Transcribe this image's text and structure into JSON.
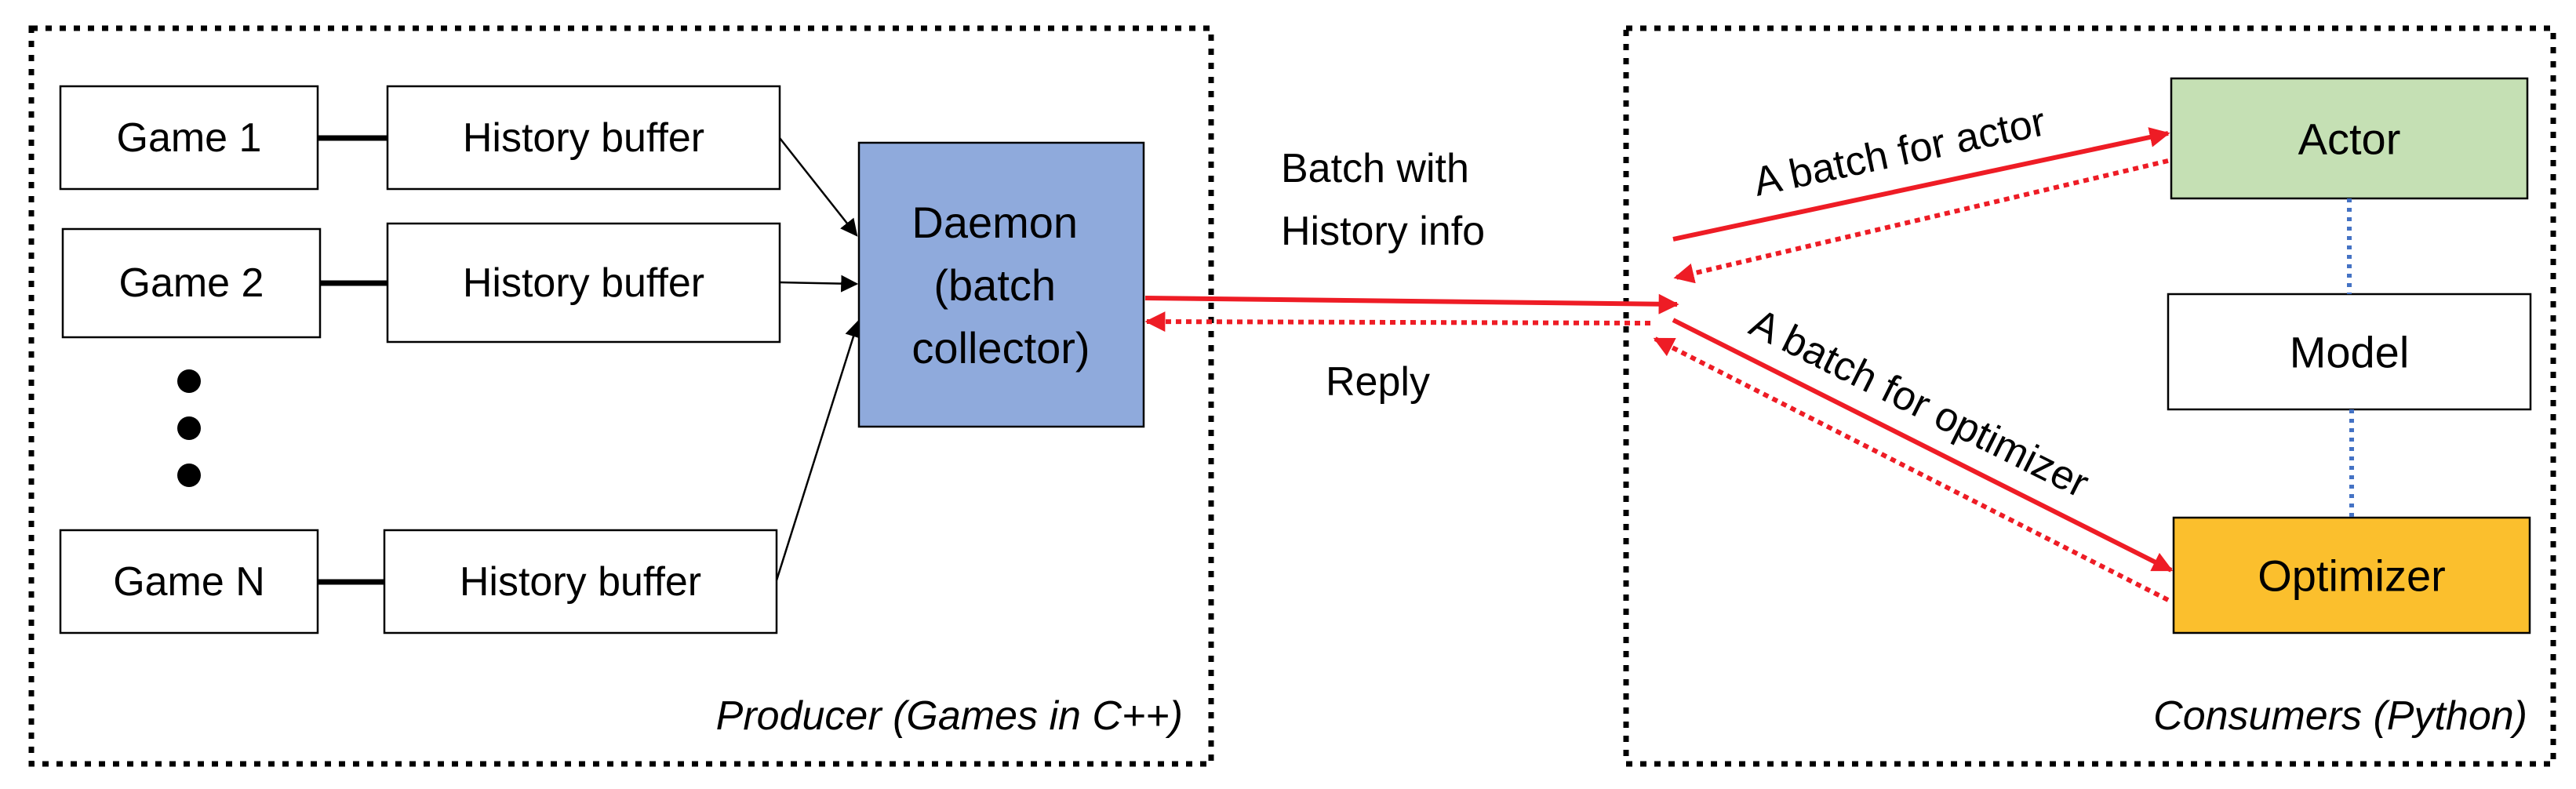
{
  "producer": {
    "label": "Producer (Games in C++)",
    "games": [
      {
        "game_label": "Game 1",
        "buffer_label": "History buffer"
      },
      {
        "game_label": "Game 2",
        "buffer_label": "History buffer"
      },
      {
        "game_label": "Game N",
        "buffer_label": "History buffer"
      }
    ],
    "daemon_lines": [
      "Daemon",
      "(batch",
      "collector)"
    ]
  },
  "channel": {
    "batch_lines": [
      "Batch with",
      "History info"
    ],
    "reply_label": "Reply"
  },
  "consumers": {
    "label": "Consumers (Python)",
    "actor_label": "Actor",
    "model_label": "Model",
    "optimizer_label": "Optimizer",
    "actor_batch_label": "A batch for actor",
    "optimizer_batch_label": "A batch for optimizer"
  },
  "colors": {
    "daemon_fill": "#8faadc",
    "actor_fill": "#c5e0b4",
    "optimizer_fill": "#fbbf2d",
    "arrow_red": "#ee1c25",
    "link_blue": "#4472c4"
  }
}
